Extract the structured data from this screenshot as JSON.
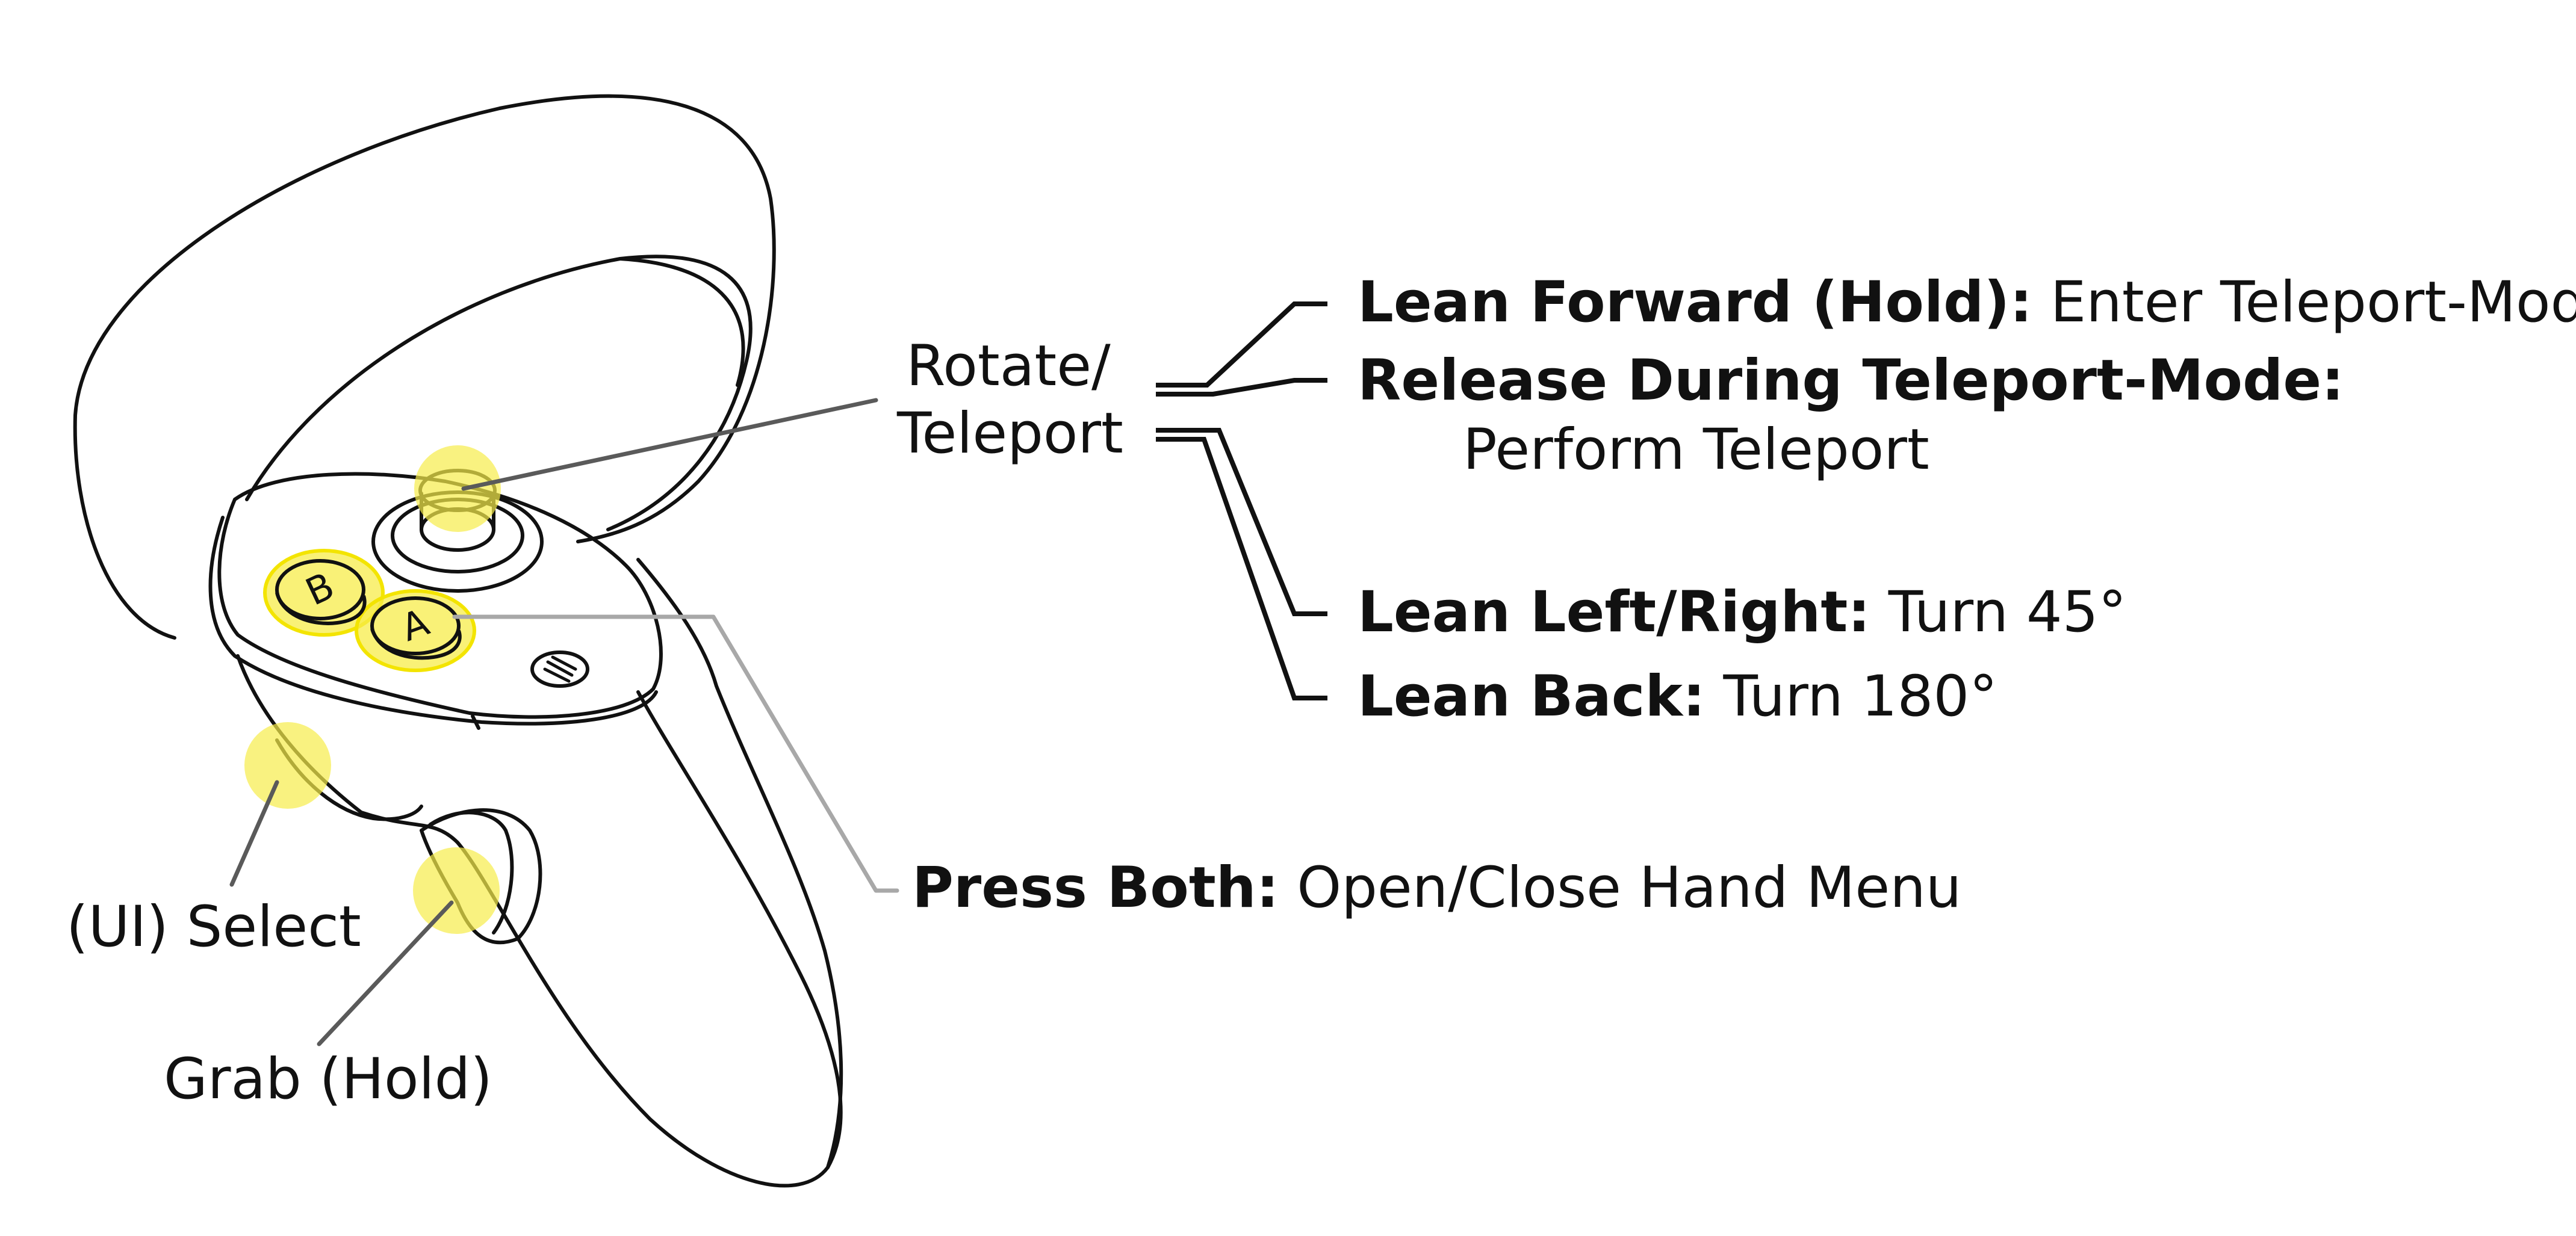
{
  "labels": {
    "rotate_teleport": [
      "Rotate/",
      "Teleport"
    ],
    "lean_forward": {
      "key": "Lean Forward (Hold):",
      "action": "Enter Teleport-Mode"
    },
    "release": {
      "key": "Release During Teleport-Mode:",
      "action": "Perform Teleport"
    },
    "lean_left_right": {
      "key": "Lean Left/Right:",
      "action": "Turn 45°"
    },
    "lean_back": {
      "key": "Lean Back:",
      "action": "Turn 180°"
    },
    "press_both": {
      "key": "Press Both:",
      "action": "Open/Close Hand Menu"
    },
    "ui_select": "(UI) Select",
    "grab": "Grab (Hold)"
  },
  "buttons": {
    "b": "B",
    "a": "A"
  },
  "colors": {
    "highlight": "#f7ec4a",
    "outline": "#111111",
    "leader_dark": "#5a5a5a",
    "leader_light": "#a8a8a8"
  }
}
